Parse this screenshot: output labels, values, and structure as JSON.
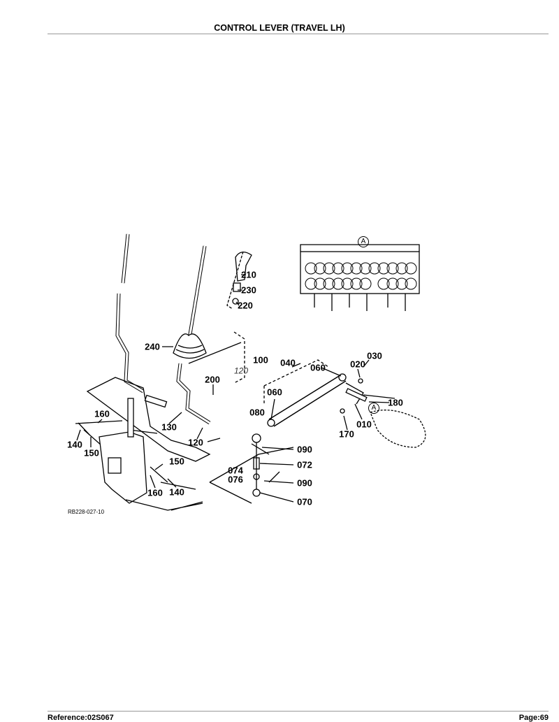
{
  "header": {
    "title": "CONTROL LEVER (TRAVEL LH)"
  },
  "diagram": {
    "reference_code": "RB228-027-10",
    "callout_marker": "A",
    "labels": {
      "p210": "210",
      "p230": "230",
      "p220": "220",
      "p240": "240",
      "p100": "100",
      "p120_sub": "120",
      "p040": "040",
      "p060a": "060",
      "p020": "020",
      "p030": "030",
      "p200": "200",
      "p060b": "060",
      "p180": "180",
      "p080": "080",
      "p130": "130",
      "p010": "010",
      "p170": "170",
      "p160a": "160",
      "p140a": "140",
      "p150a": "150",
      "p120": "120",
      "p090a": "090",
      "p150b": "150",
      "p072": "072",
      "p074": "074",
      "p076": "076",
      "p090b": "090",
      "p160b": "160",
      "p140b": "140",
      "p070": "070"
    }
  },
  "footer": {
    "reference": "Reference:02S067",
    "page": "Page:69"
  }
}
